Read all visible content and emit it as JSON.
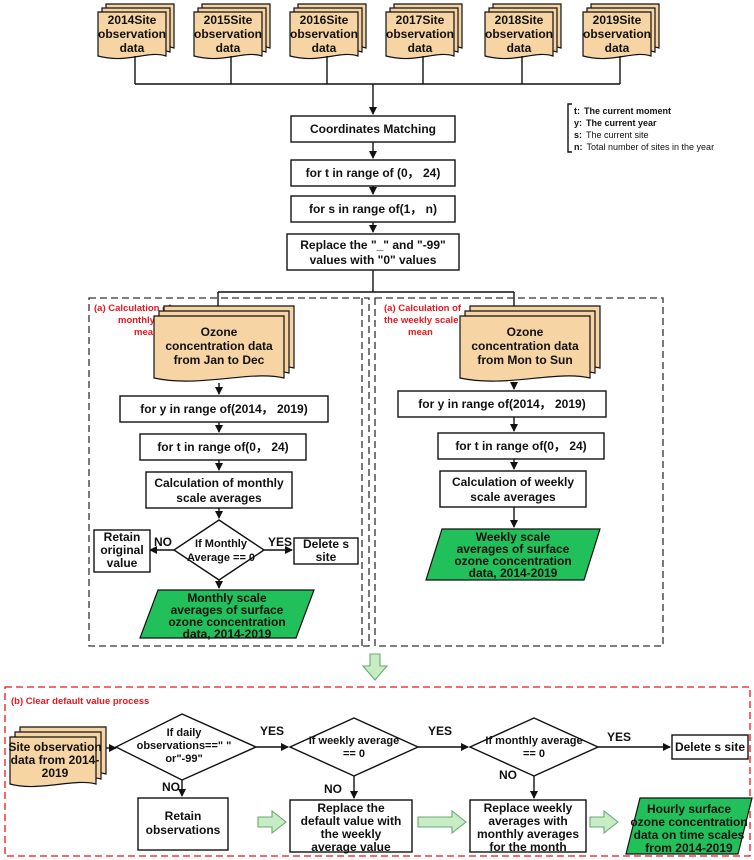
{
  "inputs": [
    {
      "l1": "2014Site",
      "l2": "observation",
      "l3": "data"
    },
    {
      "l1": "2015Site",
      "l2": "observation",
      "l3": "data"
    },
    {
      "l1": "2016Site",
      "l2": "observation",
      "l3": "data"
    },
    {
      "l1": "2017Site",
      "l2": "observation",
      "l3": "data"
    },
    {
      "l1": "2018Site",
      "l2": "observation",
      "l3": "data"
    },
    {
      "l1": "2019Site",
      "l2": "observation",
      "l3": "data"
    }
  ],
  "legend": [
    {
      "key": "t:",
      "desc": "The current moment",
      "bold": true
    },
    {
      "key": "y:",
      "desc": "The current year",
      "bold": true
    },
    {
      "key": "s:",
      "desc": "The current site",
      "bold": false
    },
    {
      "key": "n:",
      "desc": "Total number of sites in the year",
      "bold": false
    }
  ],
  "main": {
    "coord": "Coordinates Matching",
    "loop_t": "for t in range of (0， 24)",
    "loop_s": "for s in range of(1， n)",
    "replace_l1": "Replace the \"_\" and \"-99\"",
    "replace_l2": "values with \"0\" values"
  },
  "monthly": {
    "title_l1": "(a) Calculation of",
    "title_l2": "monthly scale",
    "title_l3": "means",
    "doc_l1": "Ozone",
    "doc_l2": "concentration data",
    "doc_l3": "from Jan to Dec",
    "loop_y": "for y in range of(2014， 2019)",
    "loop_t": "for t in range of(0， 24)",
    "calc_l1": "Calculation of monthly",
    "calc_l2": "scale averages",
    "diamond_l1": "If Monthly",
    "diamond_l2": "Average == 0",
    "no_label": "NO",
    "yes_label": "YES",
    "retain_l1": "Retain",
    "retain_l2": "original",
    "retain_l3": "value",
    "delete_l1": "Delete s",
    "delete_l2": "site",
    "out_l1": "Monthly scale",
    "out_l2": "averages of surface",
    "out_l3": "ozone concentration",
    "out_l4": "data, 2014-2019"
  },
  "weekly": {
    "title_l1": "(a) Calculation of",
    "title_l2": "the weekly scale",
    "title_l3": "mean",
    "doc_l1": "Ozone",
    "doc_l2": "concentration data",
    "doc_l3": "from Mon to Sun",
    "loop_y": "for y in range of(2014， 2019)",
    "loop_t": "for t in range of(0， 24)",
    "calc_l1": "Calculation of weekly",
    "calc_l2": "scale averages",
    "out_l1": "Weekly scale",
    "out_l2": "averages of surface",
    "out_l3": "ozone concentration",
    "out_l4": "data, 2014-2019"
  },
  "clear": {
    "title": "(b) Clear default value process",
    "site_l1": "Site observation",
    "site_l2": "data from 2014-",
    "site_l3": "2019",
    "d1_l1": "If daily",
    "d1_l2": "observations==\" \"",
    "d1_l3": "or\"-99\"",
    "d2_l1": "If weekly average",
    "d2_l2": "== 0",
    "d3_l1": "If monthly average",
    "d3_l2": "== 0",
    "yes1": "YES",
    "yes2": "YES",
    "yes3": "YES",
    "no1": "NO",
    "no2": "NO",
    "no3": "NO",
    "delete": "Delete s site",
    "retain_l1": "Retain",
    "retain_l2": "observations",
    "rw_l1": "Replace the",
    "rw_l2": "default value with",
    "rw_l3": "the weekly",
    "rw_l4": "average value",
    "rm_l1": "Replace weekly",
    "rm_l2": "averages with",
    "rm_l3": "monthly averages",
    "rm_l4": "for the month",
    "out_l1": "Hourly surface",
    "out_l2": "ozone concentration",
    "out_l3": "data on time scales",
    "out_l4": "from 2014-2019"
  }
}
